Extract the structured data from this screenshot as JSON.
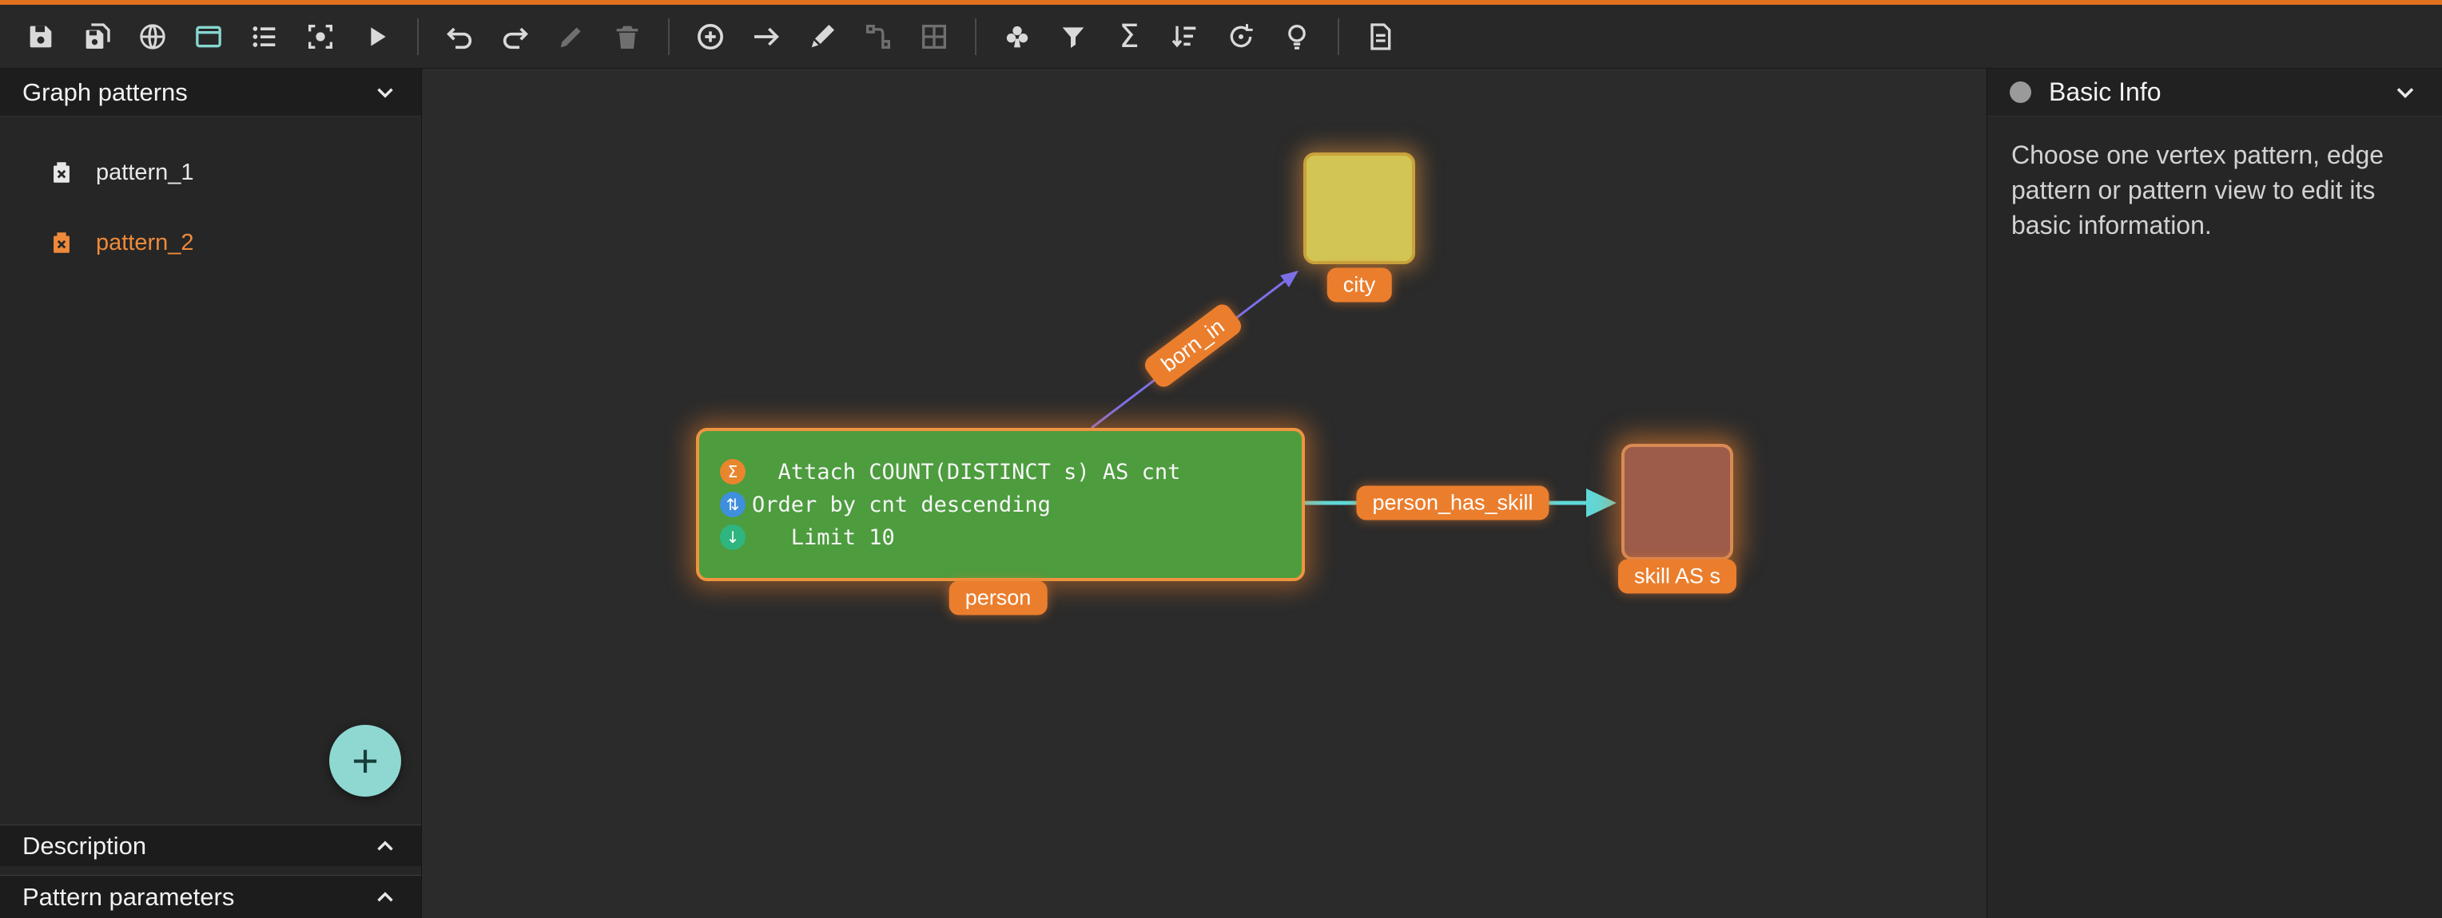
{
  "toolbar": {
    "icons": [
      "save",
      "save-all",
      "web-view",
      "pattern-view",
      "list-view",
      "center-focus",
      "run",
      "undo",
      "redo",
      "edit",
      "delete",
      "add-vertex-pattern",
      "add-edge-pattern",
      "draw-edge",
      "split",
      "grid-view",
      "union-pattern",
      "filter",
      "aggregate",
      "order-by",
      "auto-layout",
      "suggestion",
      "report"
    ],
    "accent_color": "#e0711f",
    "active_icon_color": "#86d7cf"
  },
  "sidebar": {
    "title": "Graph patterns",
    "patterns": [
      {
        "label": "pattern_1",
        "selected": false
      },
      {
        "label": "pattern_2",
        "selected": true
      }
    ],
    "add_button_label": "+",
    "sections": [
      {
        "label": "Description"
      },
      {
        "label": "Pattern parameters"
      }
    ]
  },
  "canvas": {
    "label_color": "#ea7e2d",
    "nodes": {
      "city": {
        "label": "city",
        "color": "#d2c553"
      },
      "person": {
        "label": "person",
        "color": "#4d9c3e",
        "code_lines": [
          {
            "glyph": "Σ",
            "text": "  Attach COUNT(DISTINCT s) AS cnt"
          },
          {
            "glyph": "⇅",
            "text": "Order by cnt descending"
          },
          {
            "glyph": "↓",
            "text": "   Limit 10"
          }
        ]
      },
      "skill": {
        "label": "skill AS s",
        "color": "#9c5c49"
      }
    },
    "edges": {
      "born_in": {
        "label": "born_in",
        "color": "#7b6fe8"
      },
      "person_has_skill": {
        "label": "person_has_skill",
        "color": "#5fd9d9"
      }
    }
  },
  "right_panel": {
    "title": "Basic Info",
    "body": "Choose one vertex pattern, edge pattern or pattern view to edit its basic information."
  }
}
